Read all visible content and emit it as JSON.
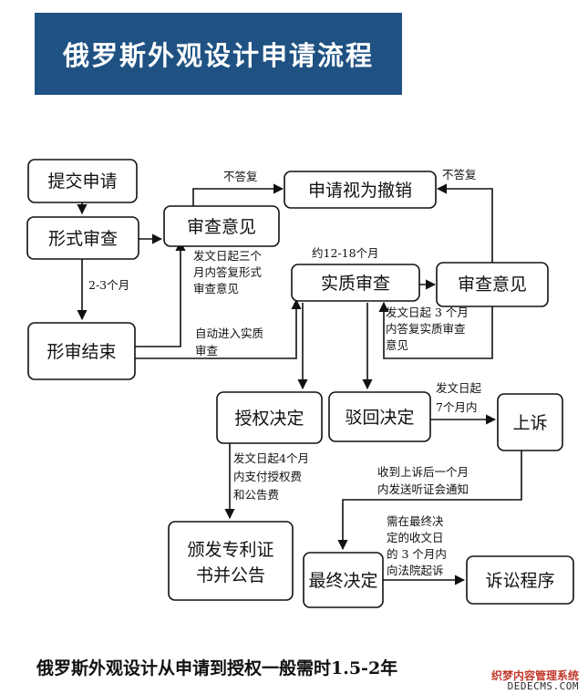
{
  "title": "俄罗斯外观设计申请流程",
  "footer": "俄罗斯外观设计从申请到授权一般需时1.5-2年",
  "watermark": {
    "line1": "织梦内容管理系统",
    "line2": "DEDECMS.COM"
  },
  "nodes": {
    "submit": "提交申请",
    "formal": "形式审查",
    "formal_opinion": "审查意见",
    "revoked": "申请视为撤销",
    "formal_end": "形审结束",
    "substantive": "实质审查",
    "sub_opinion": "审查意见",
    "grant": "授权决定",
    "reject": "驳回决定",
    "appeal": "上诉",
    "issue_line1": "颁发专利证",
    "issue_line2": "书并公告",
    "final": "最终决定",
    "litigation": "诉讼程序"
  },
  "edges": {
    "no_reply_left": "不答复",
    "no_reply_right": "不答复",
    "two_three_months": "2-3个月",
    "formal_reply": [
      "发文日起三个",
      "月内答复形式",
      "审查意见"
    ],
    "approx_months": "约12-18个月",
    "sub_reply": [
      "发文日起 3 个月",
      "内答复实质审查",
      "意见"
    ],
    "auto_enter": [
      "自动进入实质",
      "审查"
    ],
    "grant_pay": [
      "发文日起4个月",
      "内支付授权费",
      "和公告费"
    ],
    "appeal_time": [
      "发文日起",
      "7个月内"
    ],
    "hearing_notice": [
      "收到上诉后一个月",
      "内发送听证会通知"
    ],
    "lawsuit_time": [
      "需在最终决",
      "定的收文日",
      "的 3 个月内",
      "向法院起诉"
    ]
  }
}
